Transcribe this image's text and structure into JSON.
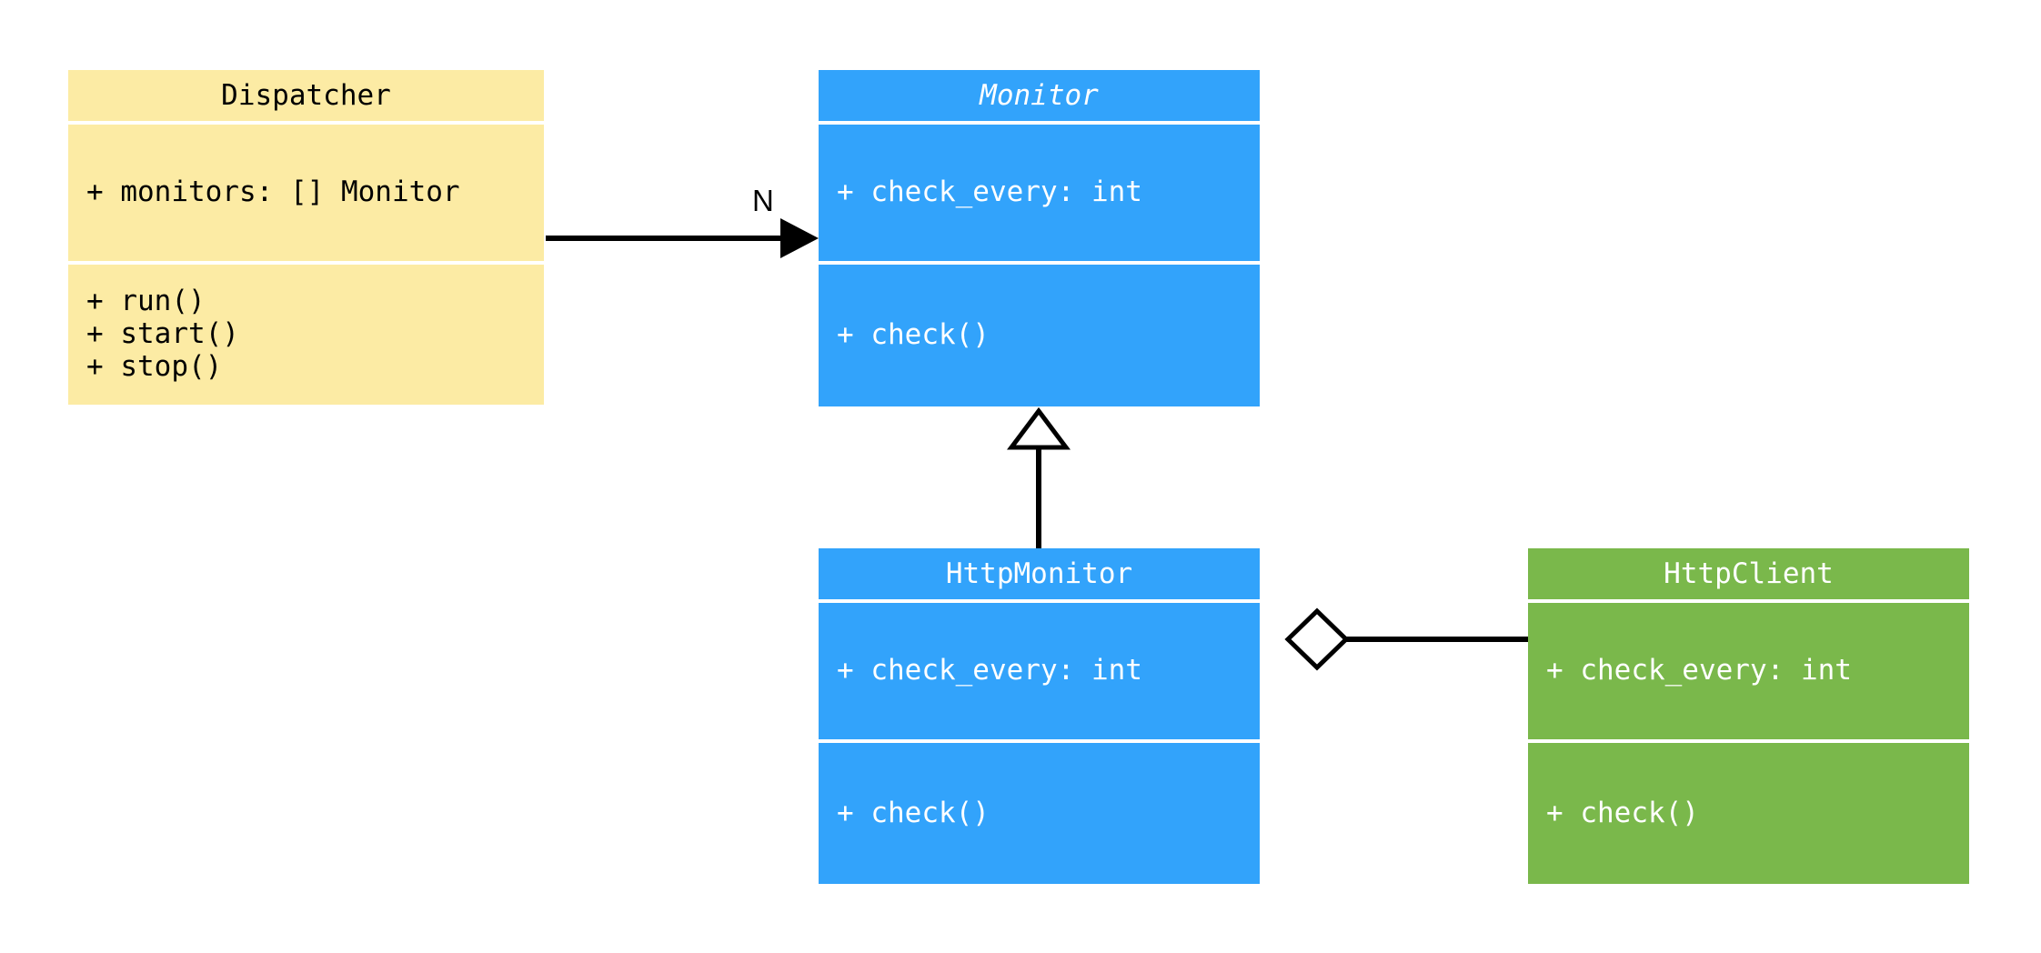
{
  "diagram": {
    "kind": "uml-class-diagram",
    "background": "#ffffff",
    "classes": [
      {
        "id": "dispatcher",
        "name": "Dispatcher",
        "abstract": false,
        "color": "#fceba4",
        "text_color": "#000000",
        "attributes": [
          "+ monitors: [] Monitor"
        ],
        "methods": [
          "+ run()",
          "+ start()",
          "+ stop()"
        ]
      },
      {
        "id": "monitor",
        "name": "Monitor",
        "abstract": true,
        "color": "#32a3fb",
        "text_color": "#ffffff",
        "attributes": [
          "+ check_every: int"
        ],
        "methods": [
          "+ check()"
        ]
      },
      {
        "id": "httpmonitor",
        "name": "HttpMonitor",
        "abstract": false,
        "color": "#32a3fb",
        "text_color": "#ffffff",
        "attributes": [
          "+ check_every: int"
        ],
        "methods": [
          "+ check()"
        ]
      },
      {
        "id": "httpclient",
        "name": "HttpClient",
        "abstract": false,
        "color": "#7ab84b",
        "text_color": "#ffffff",
        "attributes": [
          "+ check_every: int"
        ],
        "methods": [
          "+ check()"
        ]
      }
    ],
    "relationships": [
      {
        "id": "dispatcher-monitor",
        "type": "association",
        "from": "Dispatcher",
        "to": "Monitor",
        "label": "N",
        "marker": "filled-arrow"
      },
      {
        "id": "httpmonitor-monitor",
        "type": "generalization",
        "from": "HttpMonitor",
        "to": "Monitor",
        "label": "",
        "marker": "hollow-triangle"
      },
      {
        "id": "httpmonitor-httpclient",
        "type": "aggregation",
        "from": "HttpMonitor",
        "to": "HttpClient",
        "label": "",
        "marker": "hollow-diamond"
      }
    ]
  }
}
